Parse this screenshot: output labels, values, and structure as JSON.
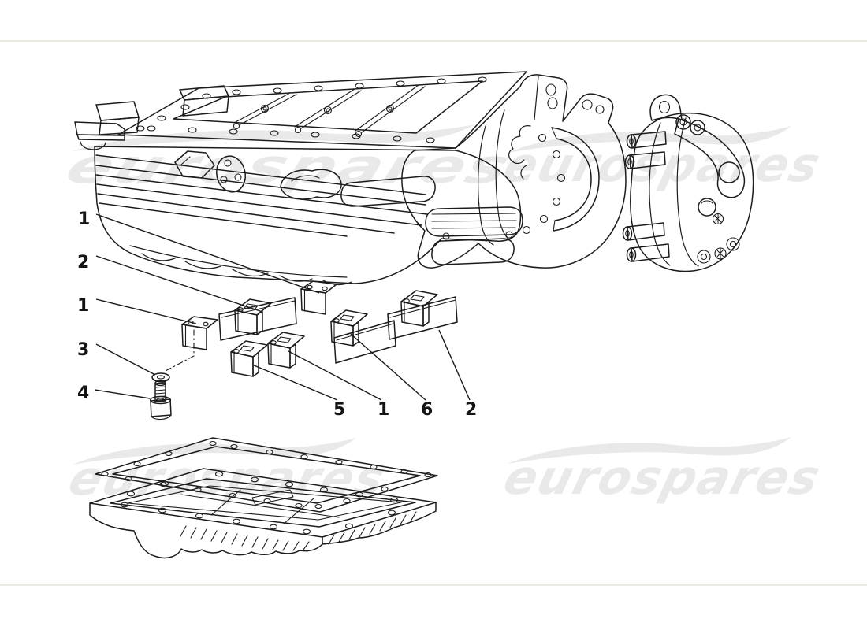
{
  "diagram": {
    "type": "exploded-parts-line-drawing",
    "subject": "oil sump, baffle plates, gasket and housings"
  },
  "watermark": {
    "text": "eurospares",
    "color": "#e9e9e9",
    "instances": 4
  },
  "colors": {
    "ink": "#1c1c1c",
    "background": "#ffffff",
    "watermark": "#e9e9e9",
    "scan_border": "#eceae5"
  },
  "callouts": {
    "labels": [
      "1",
      "2",
      "1",
      "3",
      "4",
      "5",
      "1",
      "6",
      "2"
    ]
  }
}
